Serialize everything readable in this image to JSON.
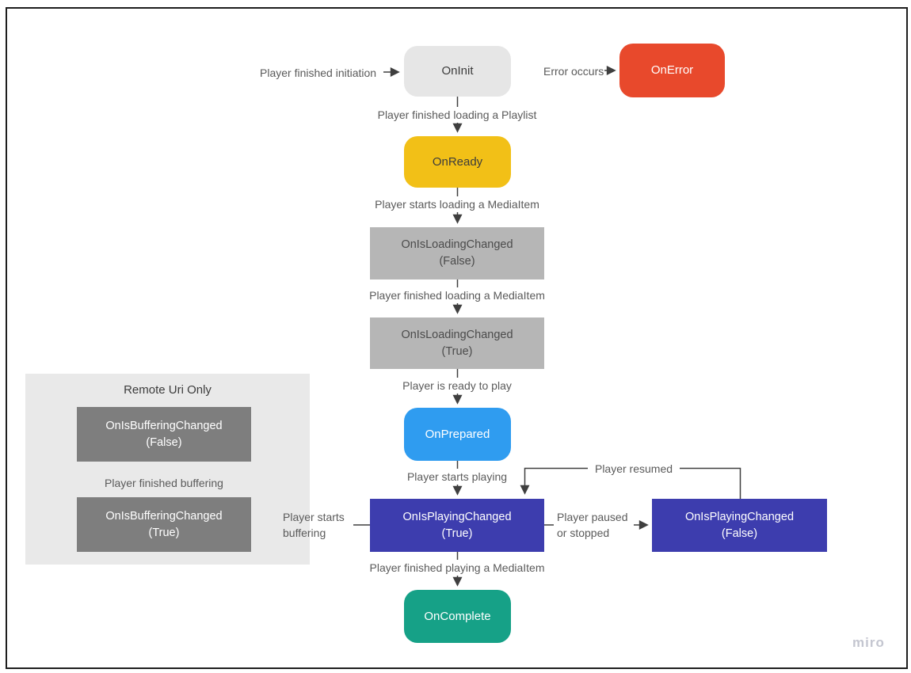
{
  "group": {
    "title": "Remote Uri Only"
  },
  "nodes": {
    "on_init": "OnInit",
    "on_error": "OnError",
    "on_ready": "OnReady",
    "on_loading_false": "OnIsLoadingChanged\n(False)",
    "on_loading_true": "OnIsLoadingChanged\n(True)",
    "on_prepared": "OnPrepared",
    "on_playing_true": "OnIsPlayingChanged\n(True)",
    "on_playing_false": "OnIsPlayingChanged\n(False)",
    "on_complete": "OnComplete",
    "on_buffering_false": "OnIsBufferingChanged\n(False)",
    "on_buffering_true": "OnIsBufferingChanged\n(True)"
  },
  "edges": {
    "finished_initiation": "Player finished initiation",
    "error_occurs": "Error occurs",
    "finished_loading_playlist": "Player finished loading a Playlist",
    "starts_loading_mediaitem": "Player starts loading a MediaItem",
    "finished_loading_mediaitem": "Player finished loading a MediaItem",
    "ready_to_play": "Player is ready to play",
    "starts_playing": "Player starts playing",
    "paused_or_stopped": "Player paused\nor stopped",
    "resumed": "Player resumed",
    "starts_buffering": "Player starts\nbuffering",
    "finished_buffering": "Player finished buffering",
    "finished_playing_mediaitem": "Player finished playing a MediaItem"
  },
  "watermark": "miro",
  "colors": {
    "on_init_bg": "#e6e6e6",
    "on_error_bg": "#e8492c",
    "on_ready_bg": "#f2c017",
    "loading_bg": "#b6b6b6",
    "on_prepared_bg": "#2f9cf0",
    "playing_bg": "#3d3dae",
    "on_complete_bg": "#16a187",
    "buffering_bg": "#7e7e7e",
    "group_bg": "#e9e9e9",
    "connector": "#3f3f3f",
    "edge_label_text": "#5a5a5a"
  }
}
